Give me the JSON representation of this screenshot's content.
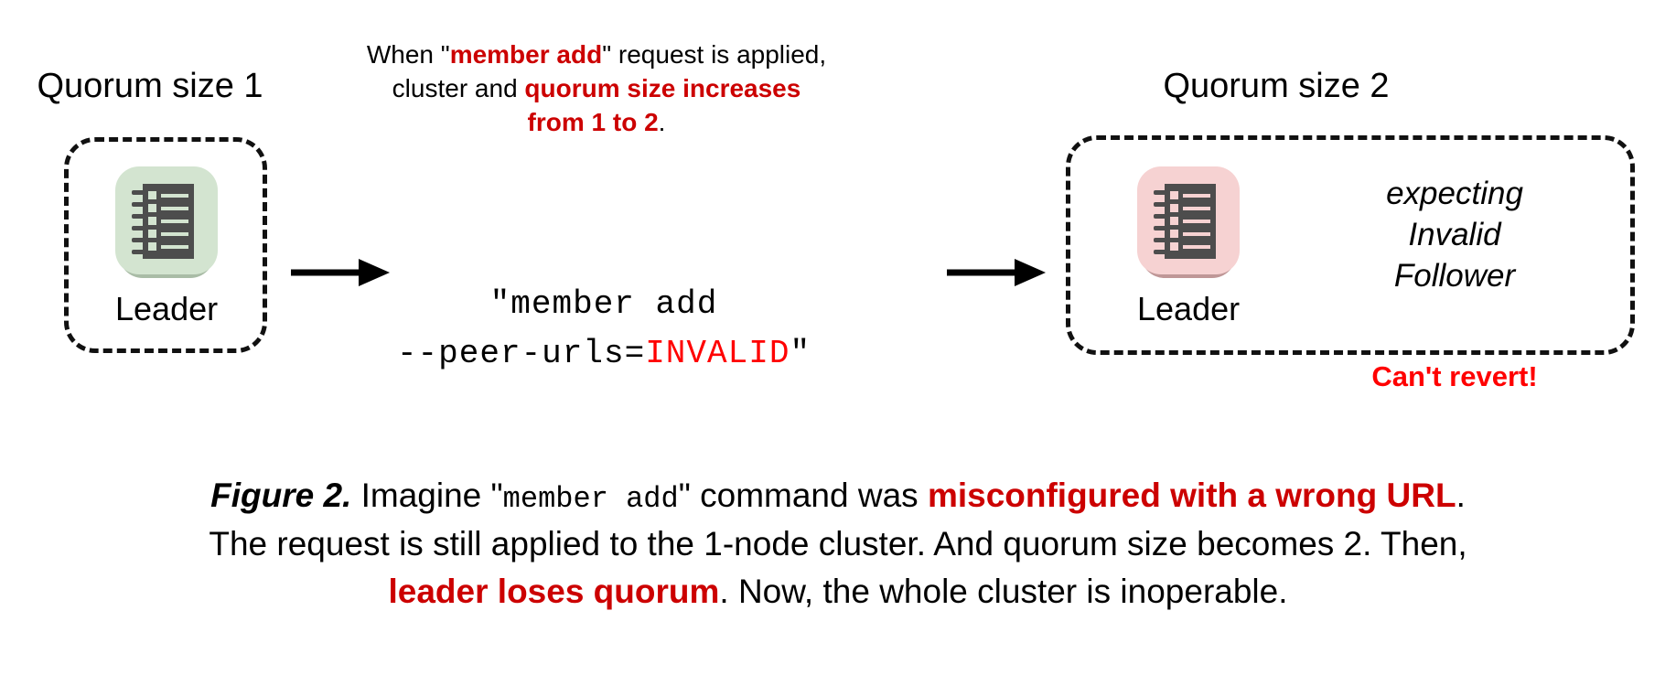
{
  "figure": {
    "left_cluster": {
      "label": "Quorum size 1",
      "node": {
        "caption": "Leader",
        "icon": "etcd-node-ledger-icon",
        "tile_color": "#d3e4d0",
        "tile_shadow_color": "#a9bca6",
        "glyph_color": "#4d4d4d"
      }
    },
    "right_cluster": {
      "label": "Quorum size 2",
      "node": {
        "caption": "Leader",
        "icon": "etcd-node-ledger-icon",
        "tile_color": "#f6d2d2",
        "tile_shadow_color": "#bf9797",
        "glyph_color": "#4d4d4d"
      },
      "status": {
        "expecting_lines": [
          "expecting",
          "Invalid",
          "Follower"
        ],
        "warning": "Can't revert!"
      }
    },
    "note": {
      "line1_prefix": "When \"",
      "line1_bold": "member add",
      "line1_suffix": "\" request is applied,",
      "line2_prefix": "cluster and ",
      "line2_bold": "quorum size increases",
      "line3_bold": "from 1 to 2",
      "line3_suffix": "."
    },
    "command": {
      "line1": "\"member add",
      "line2_prefix": "--peer-urls=",
      "line2_invalid": "INVALID",
      "line2_suffix": "\""
    },
    "arrows": {
      "left_arrow": "arrow-right-icon",
      "right_arrow": "arrow-right-icon"
    },
    "caption": {
      "fignum": "Figure 2.",
      "l1_a": " Imagine \"",
      "l1_mono": "member add",
      "l1_b": "\" command was ",
      "l1_hl": "misconfigured with a wrong URL",
      "l1_c": ".",
      "l2": "The request is still applied to the 1-node cluster. And quorum size becomes 2. Then,",
      "l3_hl": "leader loses quorum",
      "l3_a": ". Now, the whole cluster is inoperable."
    },
    "colors": {
      "accent_dark_red": "#cc0000",
      "bright_red": "#ff0000",
      "ink": "#000000",
      "background": "#ffffff"
    }
  }
}
